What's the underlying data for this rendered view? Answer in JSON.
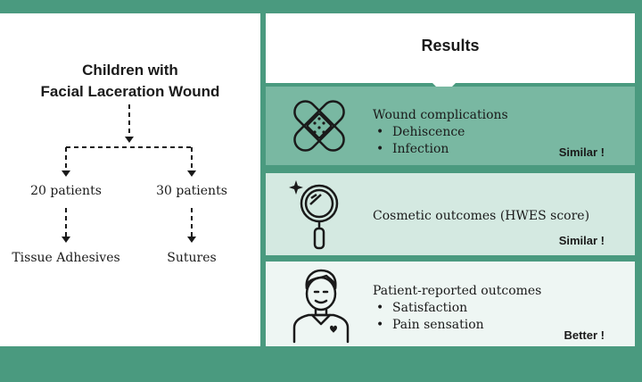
{
  "left_panel": {
    "title_line1": "Children with",
    "title_line2": "Facial Laceration Wound",
    "group_a_count": "20 patients",
    "group_b_count": "30 patients",
    "group_a_treatment": "Tissue Adhesives",
    "group_b_treatment": "Sutures"
  },
  "results": {
    "title": "Results",
    "cards": [
      {
        "icon": "bandage-icon",
        "heading": "Wound complications",
        "bullets": [
          "Dehiscence",
          "Infection"
        ],
        "verdict": "Similar !"
      },
      {
        "icon": "mirror-icon",
        "heading": "Cosmetic outcomes (HWES score)",
        "bullets": [],
        "verdict": "Similar !"
      },
      {
        "icon": "patient-icon",
        "heading": "Patient-reported outcomes",
        "bullets": [
          "Satisfaction",
          "Pain sensation"
        ],
        "verdict": "Better !"
      }
    ]
  },
  "colors": {
    "frame_green": "#4a9a7f",
    "card1": "#79b8a2",
    "card2": "#d4e9e1",
    "card3": "#eef6f3"
  }
}
